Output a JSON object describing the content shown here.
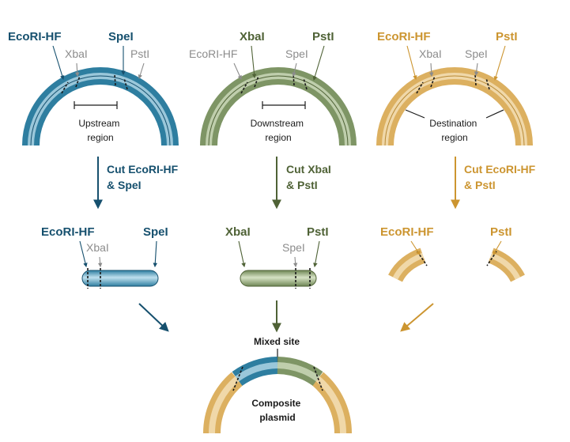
{
  "colors": {
    "blue": "#2e7ea0",
    "blue_dark": "#16506e",
    "blue_light": "#bfe0ee",
    "green": "#7e9565",
    "green_dark": "#4f6236",
    "green_light": "#d6e2c4",
    "orange": "#dcb060",
    "orange_dark": "#cc9530",
    "orange_light": "#f7e6c2",
    "gray_text": "#8c8c8c"
  },
  "enzymes": {
    "ecori_hf": "EcoRI-HF",
    "xbai": "XbaI",
    "spei": "SpeI",
    "psti": "PstI"
  },
  "plasmids": {
    "upstream": "Upstream\nregion",
    "downstream": "Downstream\nregion",
    "destination": "Destination\nregion",
    "composite": "Composite\nplasmid"
  },
  "steps": {
    "cut_blue": "Cut EcoRI-HF\n& SpeI",
    "cut_green": "Cut XbaI\n& PstI",
    "cut_orange": "Cut EcoRI-HF\n& PstI"
  },
  "mixed_site": "Mixed site"
}
